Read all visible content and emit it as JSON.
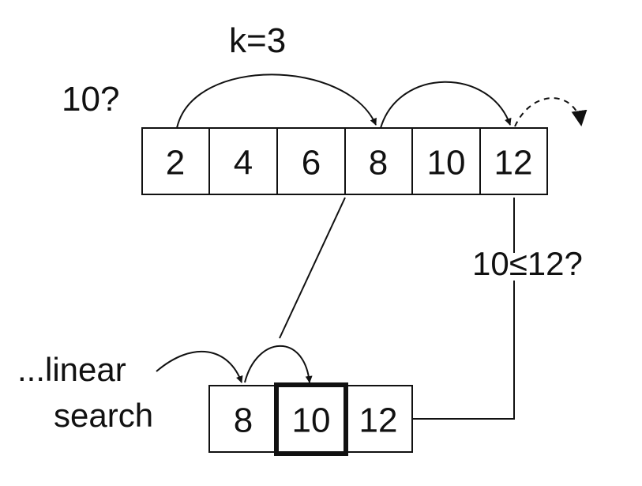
{
  "labels": {
    "k": "k=3",
    "query": "10?",
    "comparison": "10≤12?",
    "linear_line1": "...linear",
    "linear_line2": "search"
  },
  "top_array": [
    "2",
    "4",
    "6",
    "8",
    "10",
    "12"
  ],
  "bottom_array": [
    "8",
    "10",
    "12"
  ],
  "bottom_highlight": "10",
  "colors": {
    "ink": "#111111",
    "background": "#ffffff"
  }
}
